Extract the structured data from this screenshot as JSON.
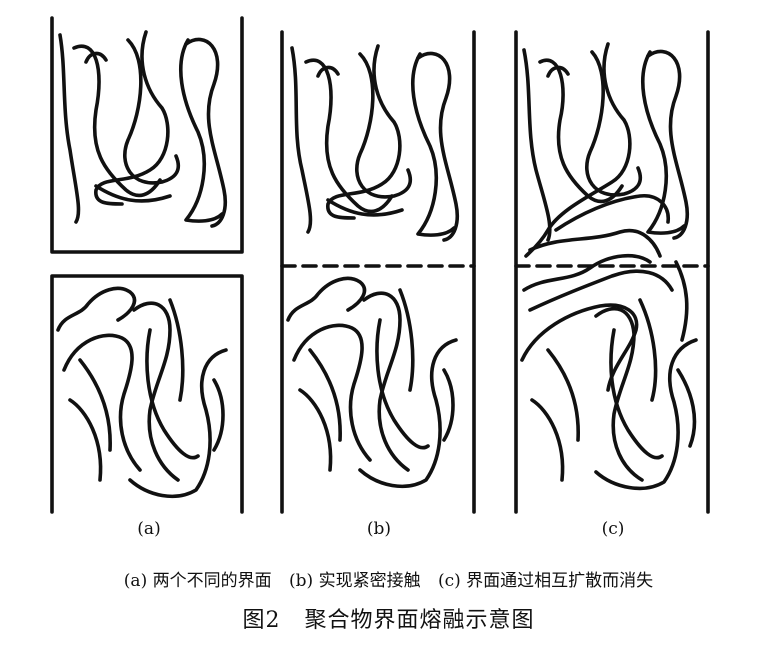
{
  "panels": [
    {
      "id": "a",
      "label": "(a)",
      "description": "两个不同的界面"
    },
    {
      "id": "b",
      "label": "(b)",
      "description": "实现紧密接触"
    },
    {
      "id": "c",
      "label": "(c)",
      "description": "界面通过相互扩散而消失"
    }
  ],
  "caption": {
    "item_a": "(a) 两个不同的界面",
    "item_b": "(b) 实现紧密接触",
    "item_c": "(c) 界面通过相互扩散而消失"
  },
  "figure_title": "图2   聚合物界面熔融示意图",
  "colors": {
    "stroke": "#111111",
    "background": "#ffffff"
  }
}
